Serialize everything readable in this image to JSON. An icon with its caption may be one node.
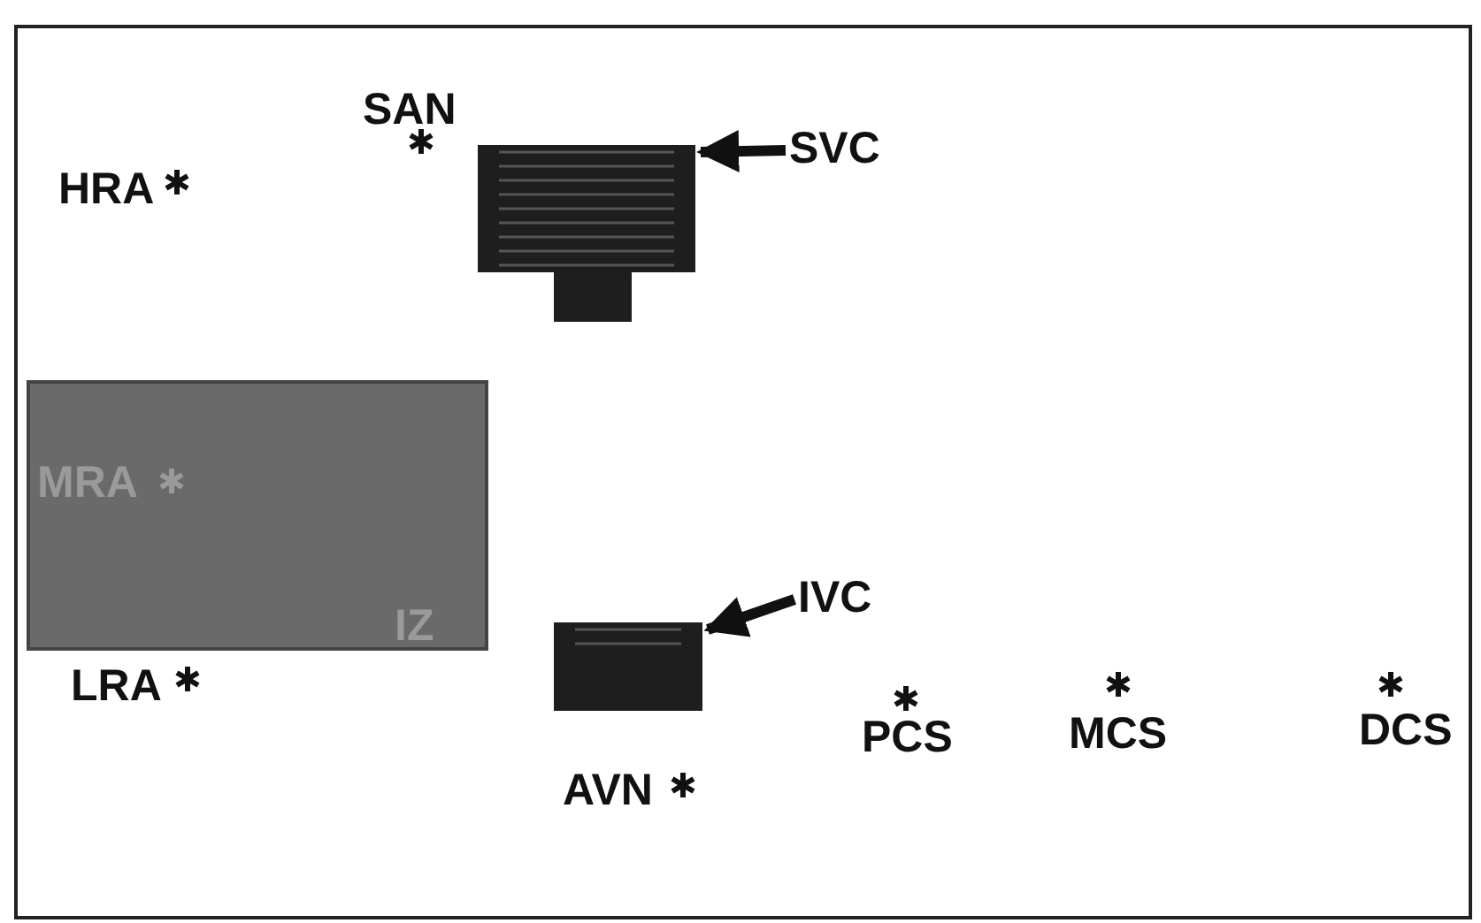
{
  "diagram": {
    "nodes": [
      {
        "text": [],
        "shape": "box"
      },
      {
        "text": [
          "SVC"
        ]
      },
      {
        "text": [
          "MRA",
          "IZ"
        ]
      },
      {
        "text": [],
        "shape": "box"
      },
      {
        "text": [
          "IVC"
        ]
      }
    ],
    "edges": [
      {
        "from": 1,
        "to": 0,
        "arrow": "to"
      },
      {
        "from": 4,
        "to": 3,
        "arrow": "to"
      }
    ],
    "labels": [
      "SAN",
      "HRA",
      "LRA",
      "AVN",
      "PCS",
      "MCS",
      "DCS"
    ]
  }
}
